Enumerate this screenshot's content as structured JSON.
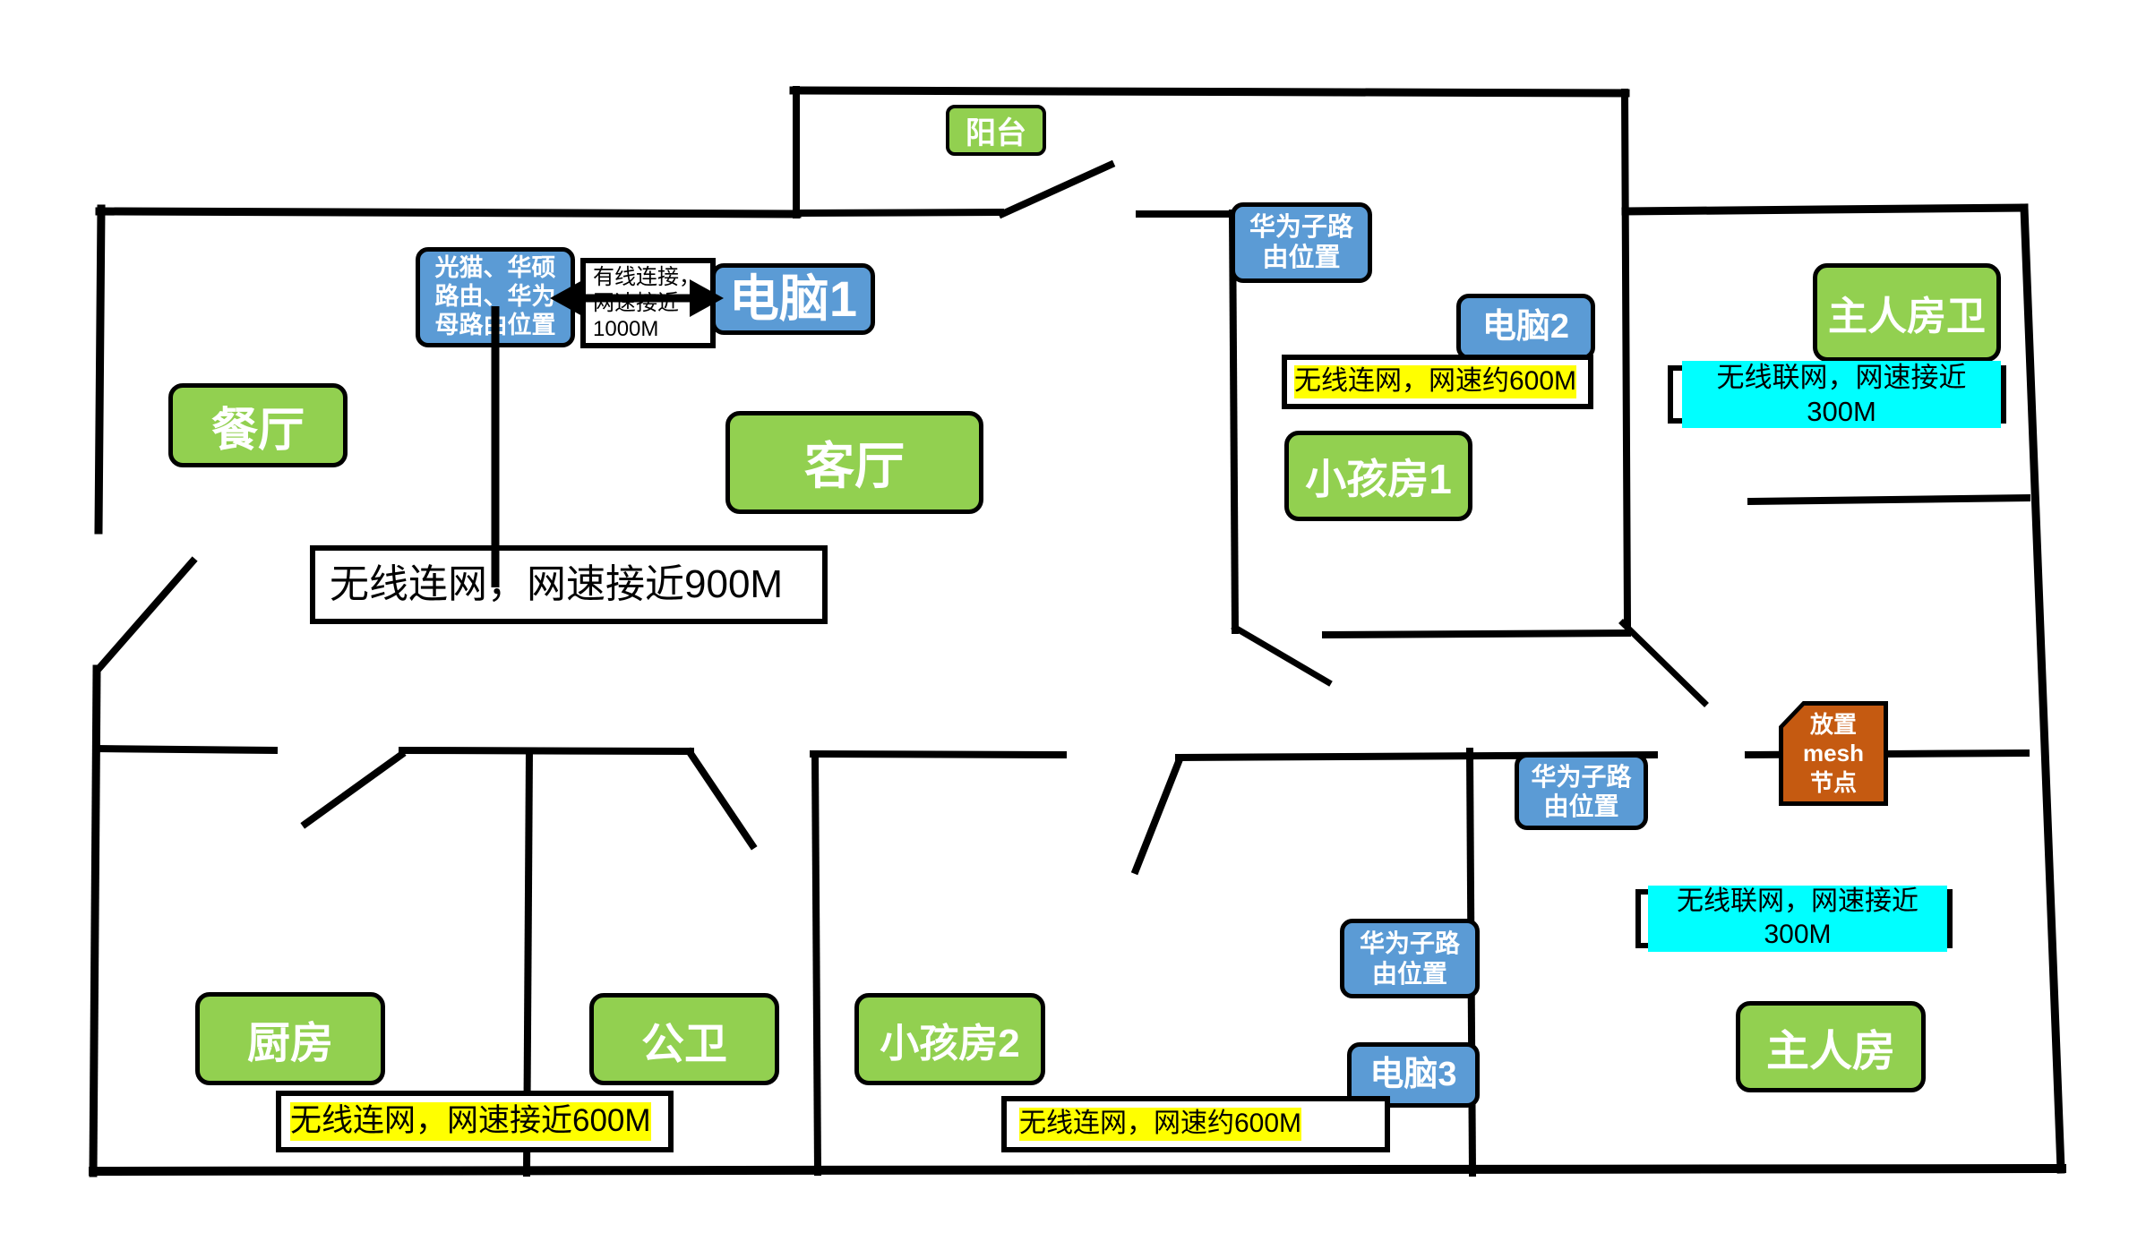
{
  "diagram_type": "home-floor-plan-network-diagram",
  "colors": {
    "room_green": "#92d050",
    "device_blue": "#5b9bd5",
    "mesh_orange": "#c55a11",
    "highlight_yellow": "#ffff00",
    "highlight_cyan": "#00ffff",
    "wall_black": "#000000",
    "text_white": "#ffffff"
  },
  "rooms": {
    "balcony": {
      "label": "阳台"
    },
    "dining": {
      "label": "餐厅"
    },
    "living": {
      "label": "客厅"
    },
    "kid1": {
      "label": "小孩房1"
    },
    "master_bath": {
      "label": "主人房卫"
    },
    "kitchen": {
      "label": "厨房"
    },
    "public_bath": {
      "label": "公卫"
    },
    "kid2": {
      "label": "小孩房2"
    },
    "master": {
      "label": "主人房"
    }
  },
  "devices": {
    "router_main": {
      "lines": [
        "光猫、华硕",
        "路由、华为",
        "母路由位置"
      ]
    },
    "pc1": {
      "label": "电脑1"
    },
    "hw_sub_top": {
      "lines": [
        "华为子路",
        "由位置"
      ]
    },
    "pc2": {
      "label": "电脑2"
    },
    "hw_sub_corridor": {
      "lines": [
        "华为子路",
        "由位置"
      ]
    },
    "hw_sub_bottom": {
      "lines": [
        "华为子路",
        "由位置"
      ]
    },
    "pc3": {
      "label": "电脑3"
    },
    "mesh_node": {
      "lines": [
        "放置",
        "mesh",
        "节点"
      ]
    }
  },
  "annotations": {
    "wired_link": {
      "lines": [
        "有线连接，",
        "网速接近",
        "1000M"
      ]
    },
    "living_wifi": {
      "text": "无线连网，网速接近900M"
    },
    "kid1_wifi": {
      "text": "无线连网，网速约600M"
    },
    "masterbath_wifi": {
      "text": "无线联网，网速接近300M"
    },
    "kitchen_wifi": {
      "text": "无线连网，网速接近600M"
    },
    "kid2_wifi": {
      "text": "无线连网，网速约600M"
    },
    "master_wifi": {
      "text": "无线联网，网速接近300M"
    }
  }
}
